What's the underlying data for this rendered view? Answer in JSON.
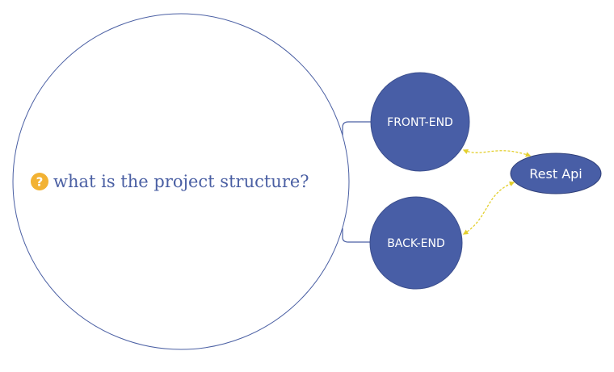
{
  "diagram": {
    "central_topic": {
      "text": "what is the project structure?",
      "icon": "question-mark-icon",
      "icon_glyph": "?",
      "icon_color": "#f2b233",
      "text_color": "#4a5fa3",
      "outline_color": "#4a5fa3"
    },
    "subtopics": [
      {
        "label": "FRONT-END"
      },
      {
        "label": "BACK-END"
      }
    ],
    "linked_topic": {
      "label": "Rest Api"
    },
    "colors": {
      "node_fill": "#485ea6",
      "node_border": "#3c4f8e",
      "connector": "#4a5fa3",
      "relationship": "#e3cf2e"
    }
  }
}
